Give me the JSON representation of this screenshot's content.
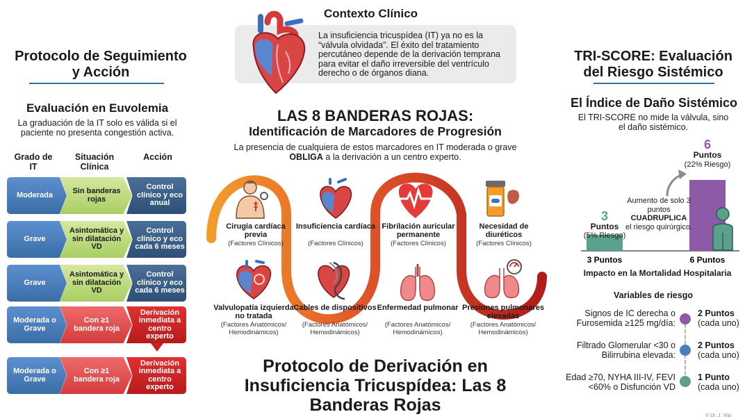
{
  "colors": {
    "blue": "#3a6ea5",
    "dark_blue": "#2d4f78",
    "green": "#a9cf63",
    "red": "#c82020",
    "orange": "#f39c2c",
    "dark_red": "#9e1b1b",
    "purple": "#8e5aa8",
    "teal": "#5aa08c"
  },
  "left": {
    "title": "Protocolo de Seguimiento y Acción",
    "euv_title": "Evaluación en Euvolemia",
    "euv_desc": "La graduación de la IT solo es válida si el paciente no presenta congestión activa.",
    "headers": {
      "grade": "Grado de IT",
      "situation": "Situación Clínica",
      "action": "Acción"
    },
    "rows": [
      {
        "grade": "Moderada",
        "situation": "Sin banderas rojas",
        "action": "Control clínico y eco anual"
      },
      {
        "grade": "Grave",
        "situation": "Asintomática y sin dilatación VD",
        "action": "Control clínico y eco cada 6 meses"
      },
      {
        "grade": "Grave",
        "situation": "Asintomática y sin dilatación VD",
        "action": "Control clínico y eco cada 6 meses"
      },
      {
        "grade": "Moderada o Grave",
        "situation": "Con ≥1 bandera roja",
        "action": "Derivación inmediata a centro experto"
      },
      {
        "grade": "Moderada o Grave",
        "situation": "Con ≥1 bandera roja",
        "action": "Derivación inmediata a centro experto"
      }
    ]
  },
  "context": {
    "title": "Contexto Clínico",
    "text": "La insuficiencia tricuspídea (IT) ya no es la “válvula olvidada”. El éxito del tratamiento percutáneo depende de la derivación temprana para evitar el daño irreversible del ventrículo derecho o de órganos diana."
  },
  "flags": {
    "title": "LAS 8 BANDERAS ROJAS:",
    "subtitle": "Identificación de Marcadores de Progresión",
    "desc_pre": "La presencia de cualquiera de estos marcadores en IT moderada o grave ",
    "desc_bold": "OBLIGA",
    "desc_post": " a la derivación a un centro experto.",
    "items": [
      {
        "name": "Cirugía cardíaca previa",
        "type": "(Factores Clínicos)",
        "icon": "patient-scar-icon"
      },
      {
        "name": "Insuficiencia cardíaca",
        "type": "(Factores Clínicos)",
        "icon": "heart-icon"
      },
      {
        "name": "Fibrilación auricular permanente",
        "type": "(Factores Clínicos)",
        "icon": "ecg-heart-icon"
      },
      {
        "name": "Necesidad de diuréticos",
        "type": "(Factores Clínicos)",
        "icon": "pill-bottle-kidney-icon"
      },
      {
        "name": "Valvulopatía izquierda no tratada",
        "type": "(Factores Anatómicos/ Hemodinámicos)",
        "icon": "heart-valve-icon"
      },
      {
        "name": "Cables de dispositivos",
        "type": "(Factores Anatómicos/ Hemodinámicos)",
        "icon": "device-lead-icon"
      },
      {
        "name": "Enfermedad pulmonar",
        "type": "(Factores Anatómicos/ Hemodinámicos)",
        "icon": "lungs-icon"
      },
      {
        "name": "Presiones pulmonares elevadas",
        "type": "(Factores Anatómicos/ Hemodinámicos)",
        "icon": "lungs-gauge-icon"
      }
    ]
  },
  "main_title": "Protocolo de Derivación en Insuficiencia Tricuspídea: Las 8 Banderas Rojas",
  "right": {
    "title": "TRI-SCORE: Evaluación del Riesgo Sistémico",
    "subtitle": "El Índice de Daño Sistémico",
    "desc": "El TRI-SCORE no mide la válvula, sino el daño sistémico.",
    "chart_annotation_pre": "Aumento de solo 3 puntos",
    "chart_annotation_bold": "CUADRUPLICA",
    "chart_annotation_post": "el riesgo quirúrgico.",
    "bar_small": {
      "num": "3",
      "label": "Puntos",
      "risk": "(5% Riesgo)"
    },
    "bar_big": {
      "num": "6",
      "label": "Puntos",
      "risk": "(22% Riesgo)"
    },
    "chart_xlabel": "Impacto en la Mortalidad Hospitalaria",
    "vars_title": "Variables de riesgo",
    "variables": [
      {
        "text": "Signos de IC derecha o Furosemida ≥125 mg/día:",
        "points": "2 Puntos",
        "unit": "(cada uno)",
        "color": "#8e5aa8"
      },
      {
        "text": "Filtrado Glomerular <30 o Bilirrubina elevada:",
        "points": "2 Puntos",
        "unit": "(cada uno)",
        "color": "#4a7fbf"
      },
      {
        "text": "Edad ≥70, NYHA III-IV, FEVI <60% o Disfunción VD",
        "points": "1 Punto",
        "unit": "(cada uno)",
        "color": "#5aa08c"
      }
    ]
  },
  "chart_data": {
    "type": "bar",
    "categories": [
      "3 Puntos",
      "6 Puntos"
    ],
    "values": [
      5,
      22
    ],
    "xlabel": "Impacto en la Mortalidad Hospitalaria",
    "ylabel": "",
    "ylim": [
      0,
      25
    ],
    "grid": false,
    "legend": "none",
    "colors": [
      "#5aa08c",
      "#8e5aa8"
    ]
  },
  "footer": "© Dr. J. Vila"
}
